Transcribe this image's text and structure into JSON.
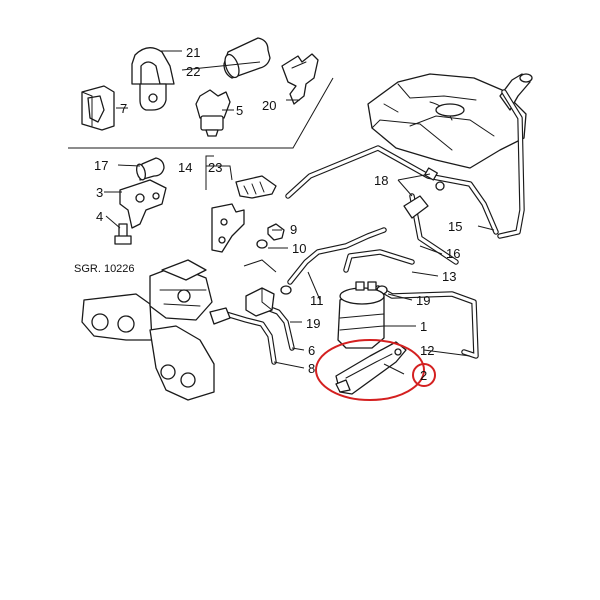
{
  "diagram": {
    "reference": "SGR. 10226",
    "callouts": [
      {
        "id": "c21",
        "label": "21"
      },
      {
        "id": "c22",
        "label": "22"
      },
      {
        "id": "c7",
        "label": "7"
      },
      {
        "id": "c5",
        "label": "5"
      },
      {
        "id": "c20",
        "label": "20"
      },
      {
        "id": "c17",
        "label": "17"
      },
      {
        "id": "c14",
        "label": "14"
      },
      {
        "id": "c23",
        "label": "23"
      },
      {
        "id": "c3",
        "label": "3"
      },
      {
        "id": "c4",
        "label": "4"
      },
      {
        "id": "c9",
        "label": "9"
      },
      {
        "id": "c10",
        "label": "10"
      },
      {
        "id": "c18",
        "label": "18"
      },
      {
        "id": "c15",
        "label": "15"
      },
      {
        "id": "c16",
        "label": "16"
      },
      {
        "id": "c13",
        "label": "13"
      },
      {
        "id": "c11",
        "label": "11"
      },
      {
        "id": "c19a",
        "label": "19"
      },
      {
        "id": "c19b",
        "label": "19"
      },
      {
        "id": "c1",
        "label": "1"
      },
      {
        "id": "c12",
        "label": "12"
      },
      {
        "id": "c6",
        "label": "6"
      },
      {
        "id": "c8",
        "label": "8"
      },
      {
        "id": "c2",
        "label": "2"
      }
    ],
    "highlight": {
      "part": "2",
      "color": "#d42020"
    }
  }
}
